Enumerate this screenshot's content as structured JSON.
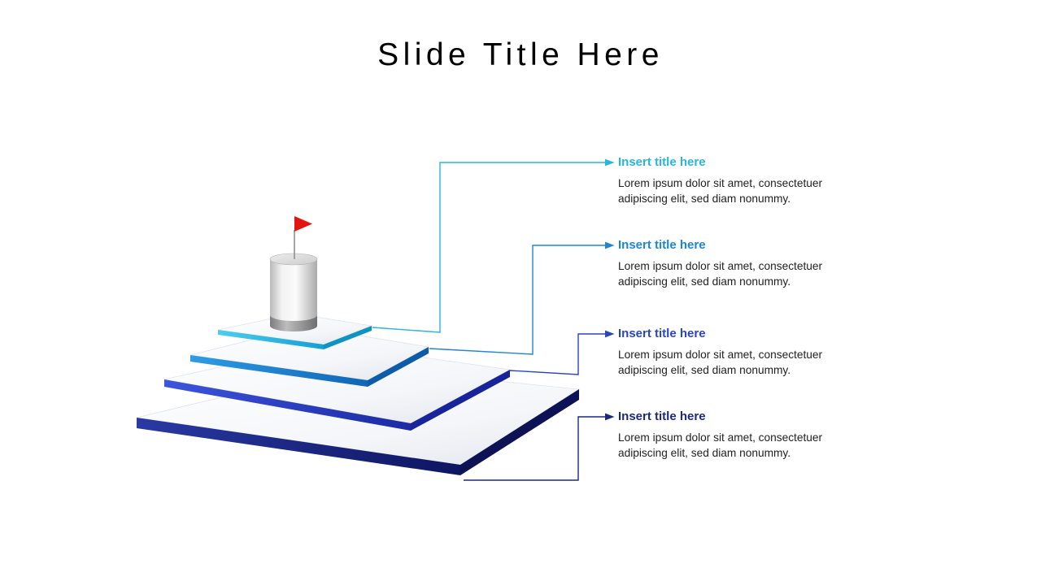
{
  "slide": {
    "title": "Slide Title Here",
    "background": "#ffffff"
  },
  "callouts": [
    {
      "title": "Insert title here",
      "body": "Lorem ipsum dolor sit amet, consectetuer adipiscing elit, sed diam nonummy.",
      "accent": "#29b5dd"
    },
    {
      "title": "Insert title here",
      "body": "Lorem ipsum dolor sit amet, consectetuer adipiscing elit, sed diam nonummy.",
      "accent": "#1c86d1"
    },
    {
      "title": "Insert title here",
      "body": "Lorem ipsum dolor sit amet, consectetuer adipiscing elit, sed diam nonummy.",
      "accent": "#2b44bf"
    },
    {
      "title": "Insert title here",
      "body": "Lorem ipsum dolor sit amet, consectetuer adipiscing elit, sed diam nonummy.",
      "accent": "#1b2a7d"
    }
  ],
  "diagram": {
    "type": "stepped-pyramid-with-goal-flag",
    "steps": [
      {
        "name": "step-1-top",
        "color": "#29b5dd"
      },
      {
        "name": "step-2",
        "color": "#1c86d1"
      },
      {
        "name": "step-3",
        "color": "#2b44bf"
      },
      {
        "name": "step-4-bottom",
        "color": "#1b2a7d"
      }
    ],
    "cylinder_color": "#d9d9d9",
    "flag_color": "#e41410"
  }
}
